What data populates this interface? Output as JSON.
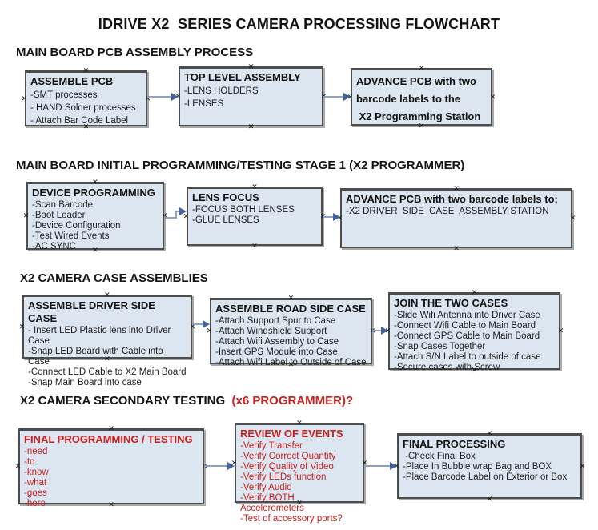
{
  "title": "IDRIVE X2  SERIES CAMERA PROCESSING FLOWCHART",
  "colors": {
    "box_fill": "#dce6f1",
    "box_border": "#4d4d4d",
    "box_shadow": "#a9a9a9",
    "arrow_line": "#8ba2c6",
    "arrow_head": "#44639e",
    "red": "#cc1f1f"
  },
  "icons": {
    "connection_handle": "✕"
  },
  "sections": [
    {
      "heading": "MAIN BOARD PCB ASSEMBLY PROCESS"
    },
    {
      "heading": "MAIN BOARD INITIAL PROGRAMMING/TESTING STAGE 1 (X2 PROGRAMMER)"
    },
    {
      "heading": "X2 CAMERA CASE ASSEMBLIES"
    },
    {
      "heading_black": "X2 CAMERA SECONDARY TESTING ",
      "heading_red": " (x6 PROGRAMMER)?"
    }
  ],
  "boxes": [
    {
      "title": "ASSEMBLE PCB",
      "items": [
        "-SMT processes",
        "- HAND Solder processes",
        "- Attach Bar Code Label"
      ]
    },
    {
      "title": "TOP LEVEL ASSEMBLY",
      "items": [
        "-LENS HOLDERS",
        "-LENSES"
      ]
    },
    {
      "title": "ADVANCE PCB with two\nbarcode labels to the\n X2 Programming Station",
      "items": []
    },
    {
      "title": "DEVICE PROGRAMMING",
      "items": [
        "-Scan Barcode",
        "-Boot Loader",
        "-Device Configuration",
        "-Test Wired Events",
        "-AC SYNC"
      ]
    },
    {
      "title": "LENS FOCUS",
      "items": [
        "-FOCUS BOTH LENSES",
        "-GLUE LENSES"
      ]
    },
    {
      "title": "ADVANCE PCB with two barcode labels to:",
      "items": [
        "-X2 DRIVER  SIDE  CASE  ASSEMBLY STATION"
      ]
    },
    {
      "title": "ASSEMBLE DRIVER SIDE CASE",
      "items": [
        "- Insert LED Plastic lens into Driver Case",
        "-Snap LED Board with Cable into Case",
        "-Connect LED Cable to X2 Main Board",
        "-Snap Main Board into case"
      ]
    },
    {
      "title": "ASSEMBLE ROAD SIDE CASE",
      "items": [
        "-Attach Support Spur to Case",
        "-Attach Windshield Support",
        "-Attach Wifi Assembly to Case",
        "-Insert GPS Module into Case",
        "-Attach Wifi Label to Outside of Case"
      ]
    },
    {
      "title": "JOIN THE TWO CASES",
      "items": [
        "-Slide Wifi Antenna into Driver Case",
        "-Connect Wifi Cable to Main Board",
        "-Connect GPS Cable to Main Board",
        "-Snap Cases Together",
        "-Attach S/N Label to outside of case",
        "-Secure cases with Screw"
      ]
    },
    {
      "title": "FINAL PROGRAMMING / TESTING",
      "items": [
        "-need",
        "-to",
        "-know",
        "-what",
        "-goes",
        "-here"
      ]
    },
    {
      "title": "REVIEW OF EVENTS",
      "items": [
        "-Verify Transfer",
        "-Verify Correct Quantity",
        "-Verify Quality of Video",
        "-Verify LEDs function",
        "-Verify Audio",
        "-Verify BOTH Accelerometers",
        "-Test of accessory ports?"
      ]
    },
    {
      "title": "FINAL PROCESSING",
      "items": [
        " -Check Final Box",
        "-Place In Bubble wrap Bag and BOX",
        "-Place Barcode Label on Exterior or Box"
      ]
    }
  ]
}
